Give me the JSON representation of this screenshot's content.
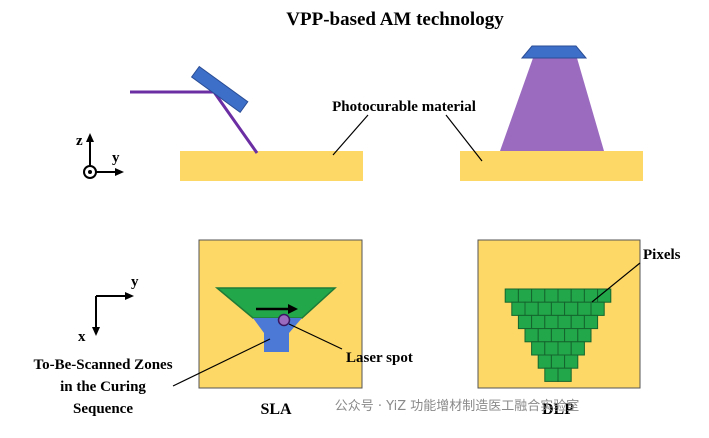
{
  "title": "VPP-based AM technology",
  "labels": {
    "photocurable": "Photocurable material",
    "pixels": "Pixels",
    "laser_spot": "Laser spot",
    "zones_line1": "To-Be-Scanned Zones",
    "zones_line2": "in the Curing",
    "zones_line3": "Sequence",
    "sla": "SLA",
    "dlp": "DLP"
  },
  "axes_top": {
    "z": "z",
    "y": "y"
  },
  "axes_bottom": {
    "y": "y",
    "x": "x"
  },
  "watermark": "公众号 · YiZ 功能增材制造医工融合实验室",
  "colors": {
    "resin": "#fdd866",
    "green": "#22a84a",
    "blue": "#4c78d6",
    "purple": "#9b6bc0",
    "laser_line": "#6c2ea3",
    "mirror": "#3d6fc9"
  },
  "dlp_pixel_rows": [
    8,
    7,
    6,
    5,
    4,
    3,
    2
  ]
}
